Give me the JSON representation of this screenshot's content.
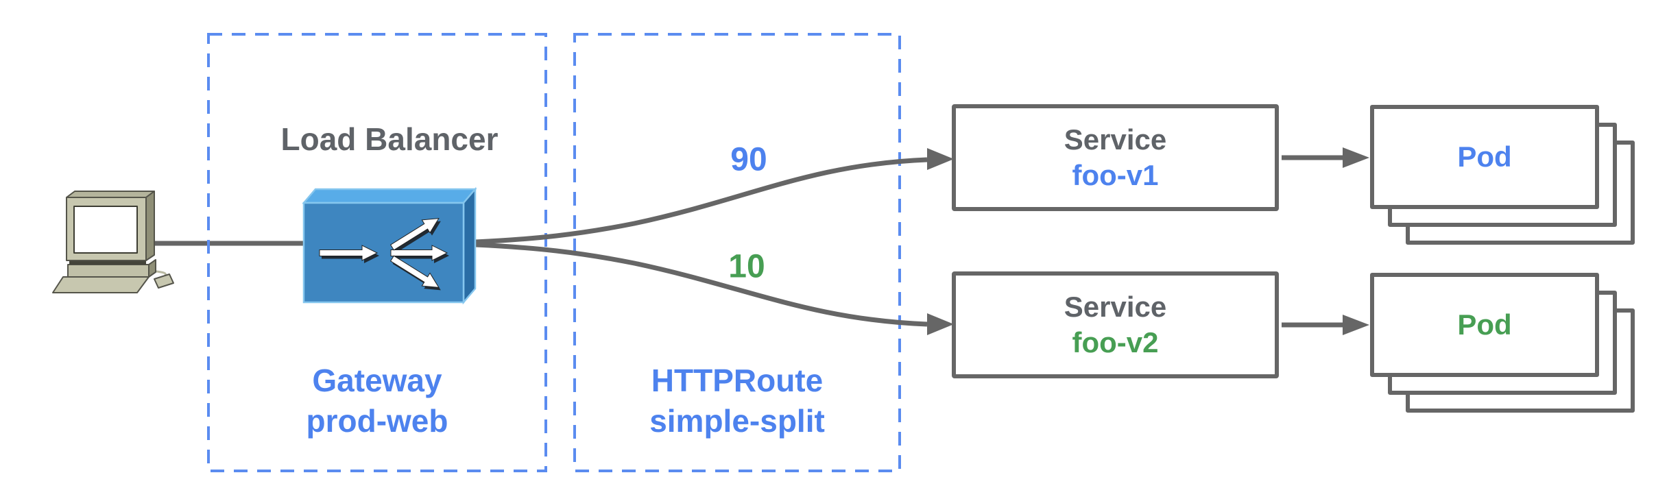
{
  "diagram": {
    "client": {
      "icon": "desktop-computer-icon"
    },
    "gateway": {
      "title": "Load Balancer",
      "icon": "load-balancer-3d-box-icon",
      "kind": "Gateway",
      "name": "prod-web"
    },
    "httproute": {
      "kind": "HTTPRoute",
      "name": "simple-split",
      "weight_v1": "90",
      "weight_v2": "10"
    },
    "services": [
      {
        "label": "Service",
        "name": "foo-v1",
        "color": "#4d82ee"
      },
      {
        "label": "Service",
        "name": "foo-v2",
        "color": "#479e53"
      }
    ],
    "pods": [
      {
        "label": "Pod",
        "color": "#4d82ee"
      },
      {
        "label": "Pod",
        "color": "#479e53"
      }
    ],
    "colors": {
      "connector_gray": "#666666",
      "label_gray": "#5f6368",
      "accent_blue": "#4d82ee",
      "dashed_border_blue": "#5b8cf0",
      "accent_green": "#479e53",
      "lb_box_front": "#3e86c0",
      "lb_box_top": "#58ace8",
      "lb_box_side": "#2a6da5"
    }
  }
}
